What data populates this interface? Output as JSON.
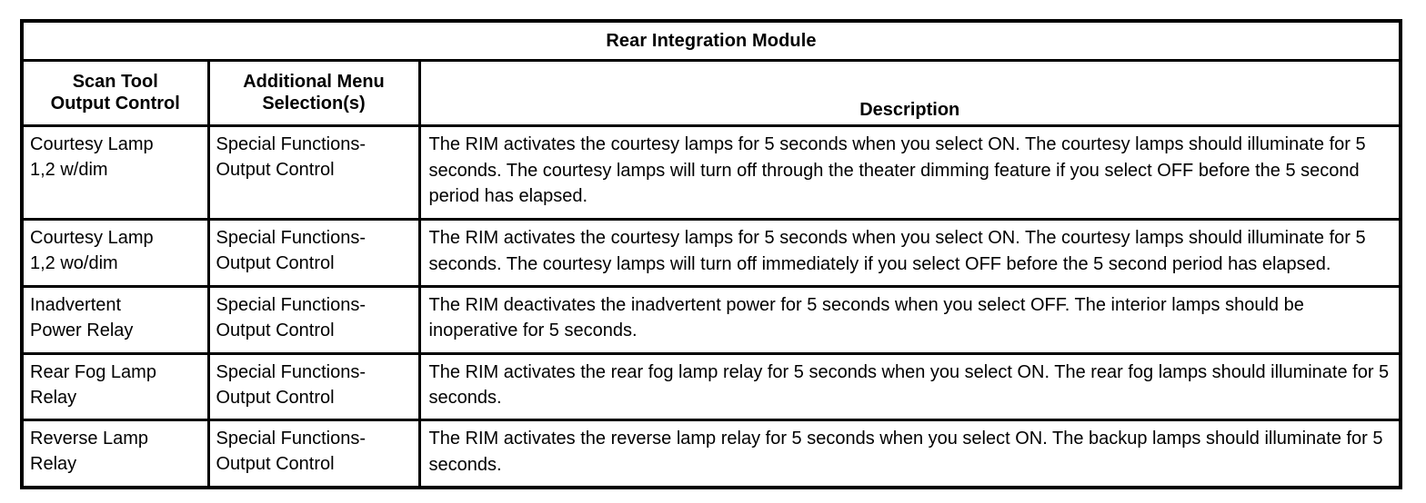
{
  "table": {
    "title": "Rear Integration Module",
    "columns": [
      {
        "id": "scan-tool-output-control",
        "line1": "Scan Tool",
        "line2": "Output Control"
      },
      {
        "id": "additional-menu-selections",
        "line1": "Additional Menu",
        "line2": "Selection(s)"
      },
      {
        "id": "description",
        "line1": "Description",
        "line2": ""
      }
    ],
    "rows": [
      {
        "control_line1": "Courtesy Lamp",
        "control_line2": "1,2 w/dim",
        "menu_line1": "Special Functions-",
        "menu_line2": "Output Control",
        "description": "The RIM activates the courtesy lamps for 5 seconds when you select ON. The courtesy lamps should illuminate for 5 seconds. The courtesy lamps will turn off through the theater dimming feature if you select OFF before the 5 second period has elapsed."
      },
      {
        "control_line1": "Courtesy Lamp",
        "control_line2": "1,2 wo/dim",
        "menu_line1": "Special Functions-",
        "menu_line2": "Output Control",
        "description": "The RIM activates the courtesy lamps for 5 seconds when you select ON. The courtesy lamps should illuminate for 5 seconds. The courtesy lamps will turn off immediately if you select OFF before the 5 second period has elapsed."
      },
      {
        "control_line1": "Inadvertent",
        "control_line2": "Power Relay",
        "menu_line1": "Special Functions-",
        "menu_line2": "Output Control",
        "description": "The RIM deactivates the inadvertent power for 5 seconds when you select OFF. The interior lamps should be inoperative for 5 seconds."
      },
      {
        "control_line1": "Rear Fog Lamp",
        "control_line2": "Relay",
        "menu_line1": "Special Functions-",
        "menu_line2": "Output Control",
        "description": "The RIM activates the rear fog lamp relay for 5 seconds when you select ON. The rear fog lamps should illuminate for 5 seconds."
      },
      {
        "control_line1": "Reverse Lamp",
        "control_line2": "Relay",
        "menu_line1": "Special Functions-",
        "menu_line2": "Output Control",
        "description": "The RIM activates the reverse lamp relay for 5 seconds when you select ON. The backup lamps should illuminate for 5 seconds."
      }
    ]
  },
  "colors": {
    "border": "#000000",
    "text": "#000000",
    "background": "#ffffff"
  }
}
